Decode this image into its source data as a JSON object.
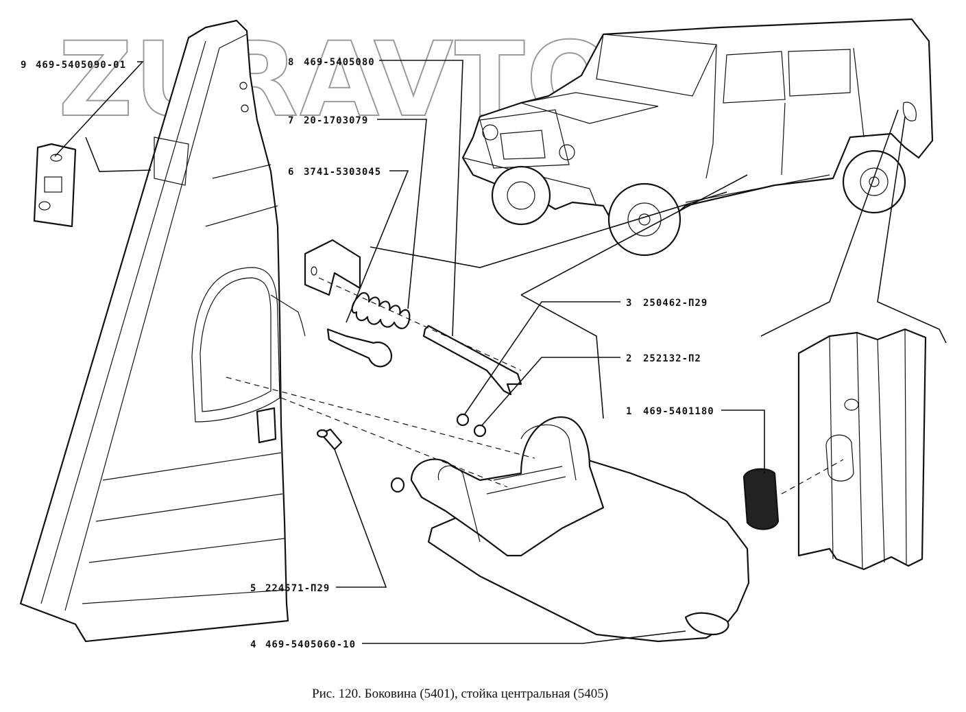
{
  "watermark": "ZURAVTO.RU",
  "caption": "Рис. 120. Боковина (5401), стойка центральная (5405)",
  "callouts": [
    {
      "num": "9",
      "part": "469-5405090-01"
    },
    {
      "num": "8",
      "part": "469-5405080"
    },
    {
      "num": "7",
      "part": "20-1703079"
    },
    {
      "num": "6",
      "part": "3741-5303045"
    },
    {
      "num": "3",
      "part": "250462-П29"
    },
    {
      "num": "2",
      "part": "252132-П2"
    },
    {
      "num": "1",
      "part": "469-5401180"
    },
    {
      "num": "5",
      "part": "224571-П29"
    },
    {
      "num": "4",
      "part": "469-5405060-10"
    }
  ]
}
